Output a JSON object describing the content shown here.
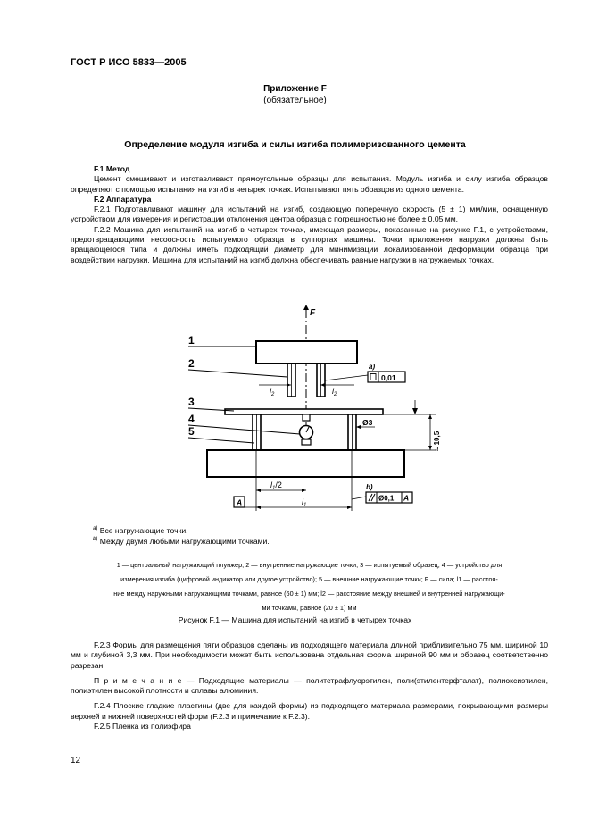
{
  "header": "ГОСТ Р ИСО 5833—2005",
  "annex": {
    "title": "Приложение F",
    "status": "(обязательное)"
  },
  "section_title": "Определение модуля изгиба и силы изгиба полимеризованного цемента",
  "f1": {
    "heading": "F.1 Метод",
    "text": "Цемент смешивают и изготавливают прямоугольные образцы для испытания. Модуль изгиба и силу изгиба образцов определяют с помощью испытания на изгиб в четырех точках. Испытывают пять образцов из одного цемента."
  },
  "f2": {
    "heading": "F.2 Аппаратура",
    "p1": "F.2.1 Подготавливают машину для испытаний на изгиб, создающую поперечную скорость (5 ± 1) мм/мин, оснащенную устройством для измерения и регистрации отклонения центра образца с погрешностью не более ± 0,05 мм.",
    "p2": "F.2.2 Машина для испытаний на изгиб в четырех точках, имеющая размеры, показанные на рисунке F.1, с устройствами, предотвращающими несоосность испытуемого образца в суппортах машины. Точки приложения нагрузки должны быть вращающегося типа и должны иметь подходящий диаметр для минимизации локализованной деформации образца при воздействии нагрузки. Машина для испытаний на изгиб должна обеспечивать равные нагрузки в нагружаемых точках."
  },
  "figure": {
    "force": "F",
    "callouts": [
      "1",
      "2",
      "3",
      "4",
      "5"
    ],
    "l2_left": "l",
    "l2_right": "l",
    "l2_sub": "2",
    "note_a": "a)",
    "note_b": "b)",
    "flatness": "0,01",
    "dia": "Ø3",
    "height": "≈ 10,5",
    "half_l1": "l",
    "half_l1_tail": "/2",
    "l1": "l",
    "l1_sub": "1",
    "datum": "A",
    "parallel_tol": "Ø0,1",
    "parallel_datum": "A"
  },
  "footnotes": {
    "a_mark": "a)",
    "a": "Все нагружающие точки.",
    "b_mark": "b)",
    "b": "Между двумя любыми нагружающими точками."
  },
  "legend": {
    "line1": "1 — центральный нагружающий плунжер, 2 — внутренние нагружающие точки; 3 — испытуемый образец; 4 — устройство для",
    "line2": "измерения изгиба (цифровой индикатор или другое устройство); 5 — внешние нагружающие точки; F — сила; l1 — расстоя-",
    "line3": "ние между наружными нагружающими точками, равное (60 ± 1) мм; l2 — расстояние между внешней и внутренней нагружающи-",
    "line4": "ми точками, равное (20 ± 1) мм"
  },
  "caption": "Рисунок F.1 — Машина для испытаний на изгиб в четырех точках",
  "f23": "F.2.3 Формы для размещения пяти образцов сделаны из подходящего материала длиной приблизительно 75 мм, шириной 10 мм и глубиной 3,3 мм. При необходимости может быть использована отдельная форма шириной 90 мм и образец соответственно разрезан.",
  "note": "П р и м е ч а н и е — Подходящие материалы — политетрафлуорэтилен, поли(этилентерфталат), полиоксиэтилен, полиэтилен высокой плотности и сплавы алюминия.",
  "f24": "F.2.4 Плоские гладкие пластины (две для каждой формы) из подходящего материала размерами, покрывающими размеры верхней и нижней поверхностей форм (F.2.3 и примечание к F.2.3).",
  "f25": "F.2.5 Пленка из полиэфира",
  "page_number": "12"
}
